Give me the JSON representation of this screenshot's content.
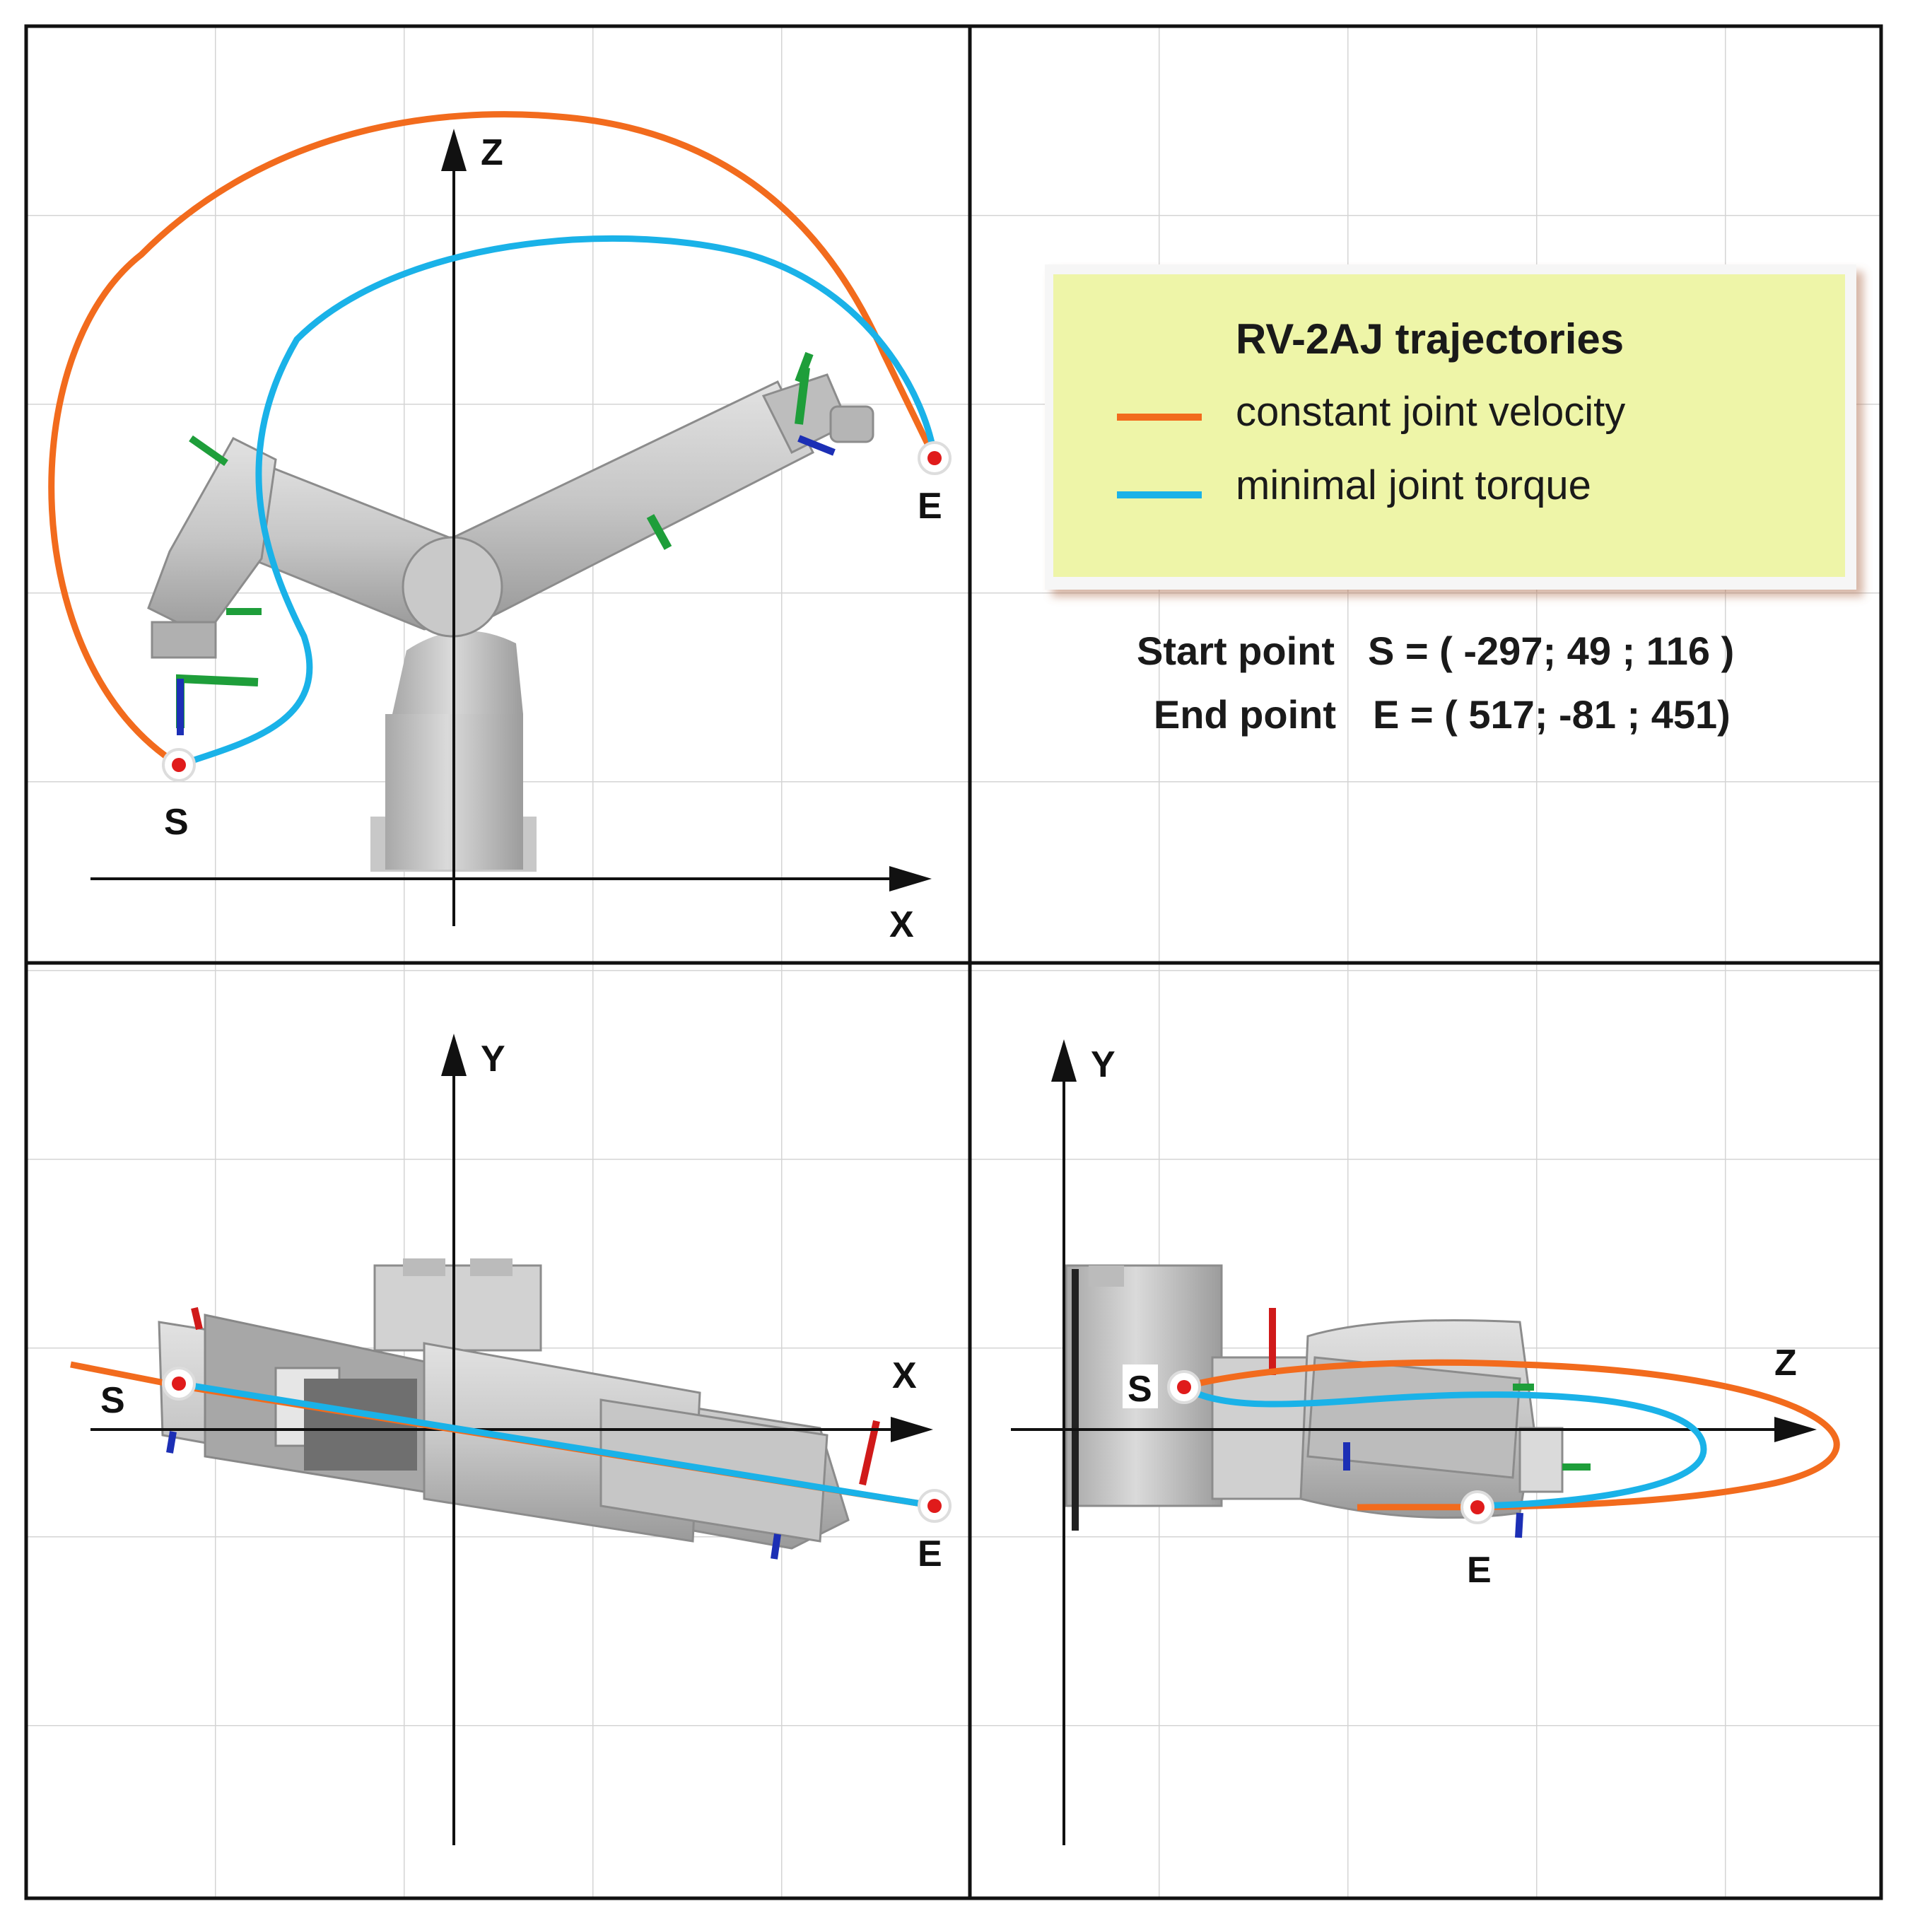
{
  "legend": {
    "title": "RV-2AJ trajectories",
    "items": [
      {
        "label": "constant joint velocity",
        "color": "#f26b1d"
      },
      {
        "label": "minimal joint torque",
        "color": "#1ab2e8"
      }
    ]
  },
  "points": {
    "start_label": "Start point",
    "start_value": "S = ( -297; 49 ; 116 )",
    "end_label": "End point",
    "end_value": "E = ( 517; -81 ; 451)"
  },
  "views": {
    "xz": {
      "h_axis": "X",
      "v_axis": "Z",
      "start": "S",
      "end": "E"
    },
    "xy": {
      "h_axis": "X",
      "v_axis": "Y",
      "start": "S",
      "end": "E"
    },
    "zy": {
      "h_axis": "Z",
      "v_axis": "Y",
      "start": "S",
      "end": "E"
    }
  },
  "colors": {
    "constant_velocity": "#f26b1d",
    "minimal_torque": "#1ab2e8",
    "robot_body": "#c4c4c4",
    "grid": "#d4d4d4",
    "legend_bg": "#eef5a8",
    "point_marker": "#e01b1b"
  },
  "icons": {
    "point_marker": "red-dot-icon",
    "arrow": "arrow-head-icon",
    "frame": "coordinate-frame-icon"
  }
}
